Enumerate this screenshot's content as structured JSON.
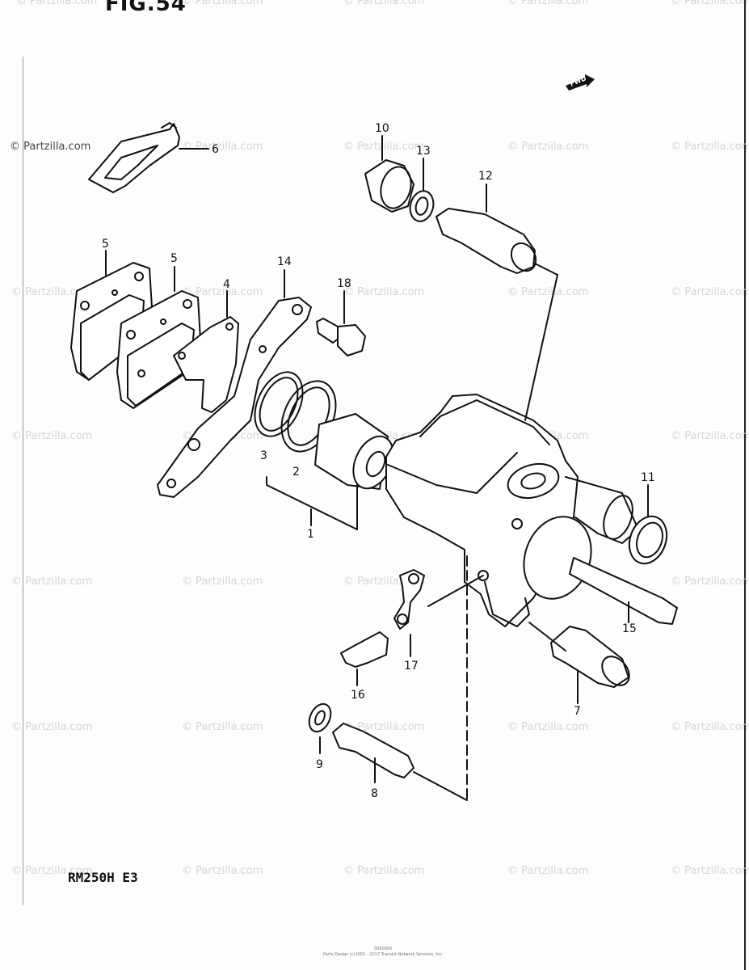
{
  "figure": {
    "title": "FIG.54",
    "model": "RM250H  E3",
    "fwd_label": "FWD"
  },
  "watermark": "© Partzilla.com",
  "footer": {
    "line1": "0000000",
    "line2": "Parts Design (c)2001 - 2017 Transkit Network Services, Inc."
  },
  "parts": [
    {
      "id": "label-1",
      "text": "1"
    },
    {
      "id": "label-2",
      "text": "2"
    },
    {
      "id": "label-3",
      "text": "3"
    },
    {
      "id": "label-4",
      "text": "4"
    },
    {
      "id": "label-5a",
      "text": "5"
    },
    {
      "id": "label-5b",
      "text": "5"
    },
    {
      "id": "label-6",
      "text": "6"
    },
    {
      "id": "label-7",
      "text": "7"
    },
    {
      "id": "label-8",
      "text": "8"
    },
    {
      "id": "label-9",
      "text": "9"
    },
    {
      "id": "label-10",
      "text": "10"
    },
    {
      "id": "label-11",
      "text": "11"
    },
    {
      "id": "label-12",
      "text": "12"
    },
    {
      "id": "label-13",
      "text": "13"
    },
    {
      "id": "label-14",
      "text": "14"
    },
    {
      "id": "label-15",
      "text": "15"
    },
    {
      "id": "label-16",
      "text": "16"
    },
    {
      "id": "label-17",
      "text": "17"
    },
    {
      "id": "label-18",
      "text": "18"
    }
  ]
}
